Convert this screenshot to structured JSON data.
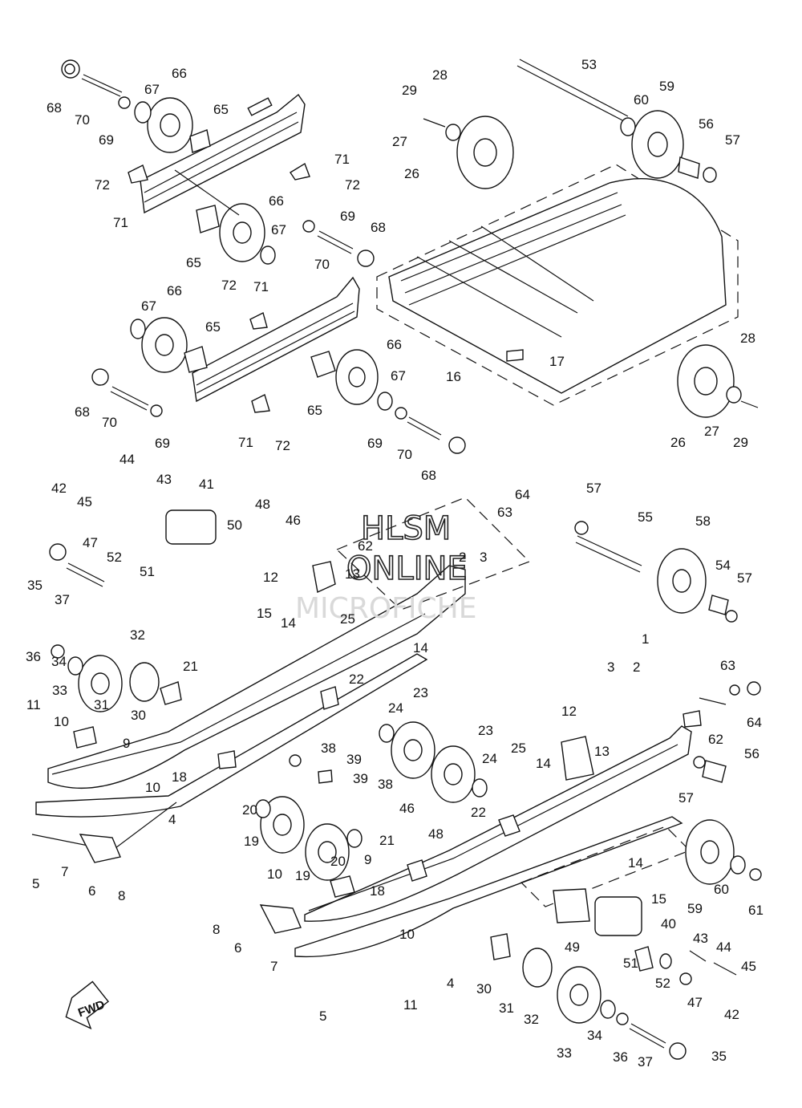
{
  "watermark": {
    "line1": "HLSM",
    "line2": "ONLINE",
    "line3": "MICROFICHE"
  },
  "fwd_label": "FWD",
  "labels": [
    {
      "text": "68"
    },
    {
      "text": "70"
    },
    {
      "text": "69"
    },
    {
      "text": "67"
    },
    {
      "text": "66"
    },
    {
      "text": "65"
    },
    {
      "text": "71"
    },
    {
      "text": "72"
    },
    {
      "text": "72"
    },
    {
      "text": "71"
    },
    {
      "text": "65"
    },
    {
      "text": "66"
    },
    {
      "text": "67"
    },
    {
      "text": "69"
    },
    {
      "text": "68"
    },
    {
      "text": "70"
    },
    {
      "text": "66"
    },
    {
      "text": "67"
    },
    {
      "text": "65"
    },
    {
      "text": "72"
    },
    {
      "text": "71"
    },
    {
      "text": "68"
    },
    {
      "text": "70"
    },
    {
      "text": "69"
    },
    {
      "text": "71"
    },
    {
      "text": "72"
    },
    {
      "text": "65"
    },
    {
      "text": "66"
    },
    {
      "text": "67"
    },
    {
      "text": "69"
    },
    {
      "text": "70"
    },
    {
      "text": "68"
    },
    {
      "text": "29"
    },
    {
      "text": "28"
    },
    {
      "text": "27"
    },
    {
      "text": "26"
    },
    {
      "text": "53"
    },
    {
      "text": "59"
    },
    {
      "text": "60"
    },
    {
      "text": "56"
    },
    {
      "text": "57"
    },
    {
      "text": "17"
    },
    {
      "text": "16"
    },
    {
      "text": "28"
    },
    {
      "text": "26"
    },
    {
      "text": "27"
    },
    {
      "text": "29"
    },
    {
      "text": "44"
    },
    {
      "text": "42"
    },
    {
      "text": "43"
    },
    {
      "text": "45"
    },
    {
      "text": "41"
    },
    {
      "text": "47"
    },
    {
      "text": "52"
    },
    {
      "text": "51"
    },
    {
      "text": "50"
    },
    {
      "text": "48"
    },
    {
      "text": "46"
    },
    {
      "text": "64"
    },
    {
      "text": "63"
    },
    {
      "text": "62"
    },
    {
      "text": "2"
    },
    {
      "text": "3"
    },
    {
      "text": "57"
    },
    {
      "text": "55"
    },
    {
      "text": "58"
    },
    {
      "text": "54"
    },
    {
      "text": "57"
    },
    {
      "text": "35"
    },
    {
      "text": "37"
    },
    {
      "text": "12"
    },
    {
      "text": "13"
    },
    {
      "text": "15"
    },
    {
      "text": "14"
    },
    {
      "text": "25"
    },
    {
      "text": "14"
    },
    {
      "text": "36"
    },
    {
      "text": "34"
    },
    {
      "text": "33"
    },
    {
      "text": "32"
    },
    {
      "text": "31"
    },
    {
      "text": "30"
    },
    {
      "text": "21"
    },
    {
      "text": "22"
    },
    {
      "text": "23"
    },
    {
      "text": "24"
    },
    {
      "text": "1"
    },
    {
      "text": "3"
    },
    {
      "text": "2"
    },
    {
      "text": "63"
    },
    {
      "text": "64"
    },
    {
      "text": "62"
    },
    {
      "text": "11"
    },
    {
      "text": "10"
    },
    {
      "text": "9"
    },
    {
      "text": "18"
    },
    {
      "text": "10"
    },
    {
      "text": "38"
    },
    {
      "text": "39"
    },
    {
      "text": "4"
    },
    {
      "text": "20"
    },
    {
      "text": "19"
    },
    {
      "text": "23"
    },
    {
      "text": "24"
    },
    {
      "text": "25"
    },
    {
      "text": "14"
    },
    {
      "text": "12"
    },
    {
      "text": "13"
    },
    {
      "text": "56"
    },
    {
      "text": "57"
    },
    {
      "text": "39"
    },
    {
      "text": "38"
    },
    {
      "text": "46"
    },
    {
      "text": "22"
    },
    {
      "text": "48"
    },
    {
      "text": "20"
    },
    {
      "text": "21"
    },
    {
      "text": "19"
    },
    {
      "text": "18"
    },
    {
      "text": "9"
    },
    {
      "text": "5"
    },
    {
      "text": "7"
    },
    {
      "text": "6"
    },
    {
      "text": "8"
    },
    {
      "text": "14"
    },
    {
      "text": "15"
    },
    {
      "text": "59"
    },
    {
      "text": "60"
    },
    {
      "text": "61"
    },
    {
      "text": "10"
    },
    {
      "text": "8"
    },
    {
      "text": "6"
    },
    {
      "text": "10"
    },
    {
      "text": "7"
    },
    {
      "text": "49"
    },
    {
      "text": "40"
    },
    {
      "text": "43"
    },
    {
      "text": "44"
    },
    {
      "text": "45"
    },
    {
      "text": "11"
    },
    {
      "text": "4"
    },
    {
      "text": "30"
    },
    {
      "text": "31"
    },
    {
      "text": "51"
    },
    {
      "text": "52"
    },
    {
      "text": "47"
    },
    {
      "text": "42"
    },
    {
      "text": "5"
    },
    {
      "text": "32"
    },
    {
      "text": "33"
    },
    {
      "text": "34"
    },
    {
      "text": "36"
    },
    {
      "text": "37"
    },
    {
      "text": "35"
    }
  ]
}
